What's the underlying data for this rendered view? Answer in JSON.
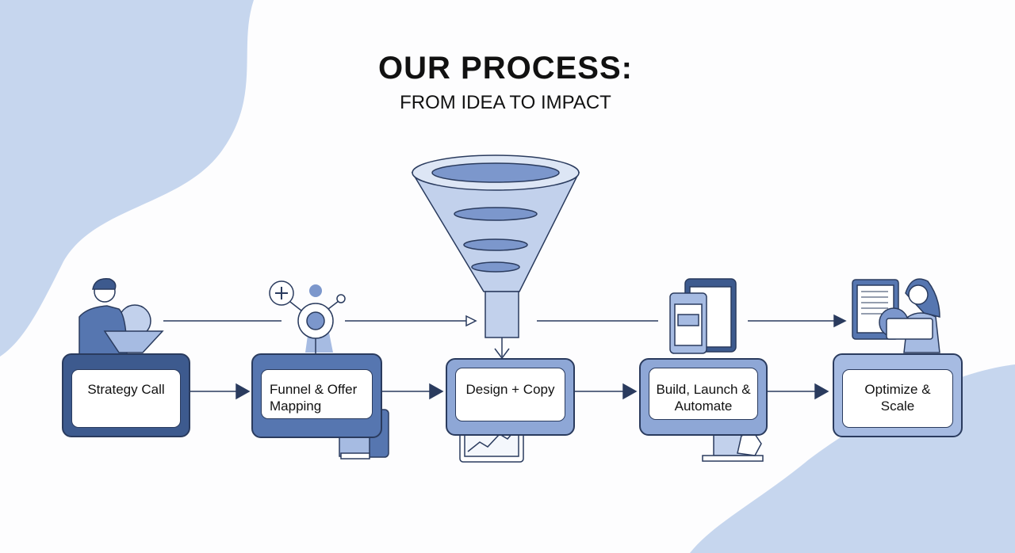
{
  "header": {
    "title": "OUR PROCESS:",
    "subtitle": "FROM IDEA TO IMPACT"
  },
  "steps": [
    {
      "label": "Strategy Call",
      "color": "#3d5a8e"
    },
    {
      "label": "Funnel & Offer Mapping",
      "color": "#5676b0"
    },
    {
      "label": "Design + Copy",
      "color": "#8ea7d6"
    },
    {
      "label": "Build, Launch & Automate",
      "color": "#8ea7d6"
    },
    {
      "label": "Optimize & Scale",
      "color": "#a6bbe2"
    }
  ],
  "colors": {
    "background_blob": "#c6d6ee",
    "ink": "#2a3b5e"
  }
}
